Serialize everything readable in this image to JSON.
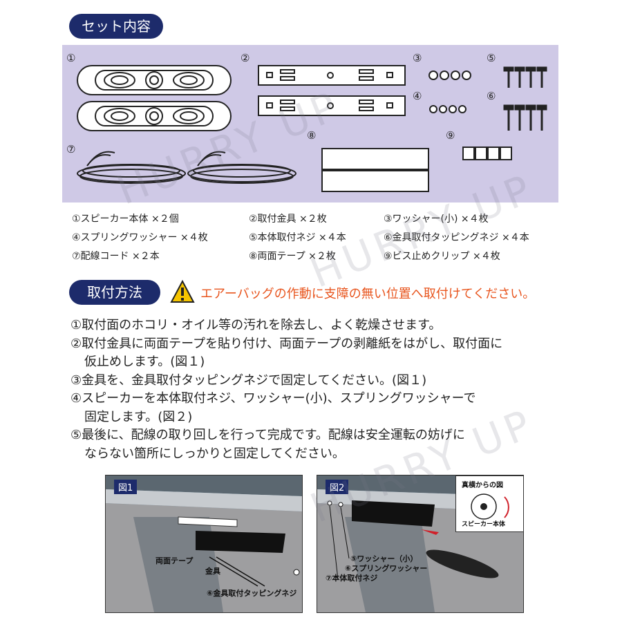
{
  "sections": {
    "contents_title": "セット内容",
    "install_title": "取付方法"
  },
  "kit_numbers": [
    "①",
    "②",
    "③",
    "④",
    "⑤",
    "⑥",
    "⑦",
    "⑧",
    "⑨"
  ],
  "parts_list": [
    [
      "①スピーカー本体 ×２個",
      "②取付金具 ×２枚",
      "③ワッシャー(小) ×４枚"
    ],
    [
      "④スプリングワッシャー ×４枚",
      "⑤本体取付ネジ ×４本",
      "⑥金具取付タッピングネジ ×４本"
    ],
    [
      "⑦配線コード ×２本",
      "⑧両面テープ ×２枚",
      "⑨ビス止めクリップ ×４枚"
    ]
  ],
  "warning": "エアーバッグの作動に支障の無い位置へ取付けてください。",
  "steps": [
    "①取付面のホコリ・オイル等の汚れを除去し、よく乾燥させます。",
    "②取付金具に両面テープを貼り付け、両面テープの剥離紙をはがし、取付面に",
    "仮止めします。(図１)",
    "③金具を、金具取付タッピングネジで固定してください。(図１)",
    "④スピーカーを本体取付ネジ、ワッシャー(小)、スプリングワッシャーで",
    "固定します。(図２)",
    "⑤最後に、配線の取り回しを行って完成です。配線は安全運転の妨げに",
    "ならない箇所にしっかりと固定してください。"
  ],
  "fig1": {
    "label": "図1",
    "tape": "両面テープ",
    "bracket": "金具",
    "screw": "⑥金具取付タッピングネジ"
  },
  "fig2": {
    "label": "図2",
    "side_view": "真横からの図",
    "speaker_body": "スピーカー本体",
    "washer": "⑤ワッシャー（小）",
    "spring_washer": "⑥スプリングワッシャー",
    "screw": "⑦本体取付ネジ"
  },
  "watermark": "HURRY UP"
}
